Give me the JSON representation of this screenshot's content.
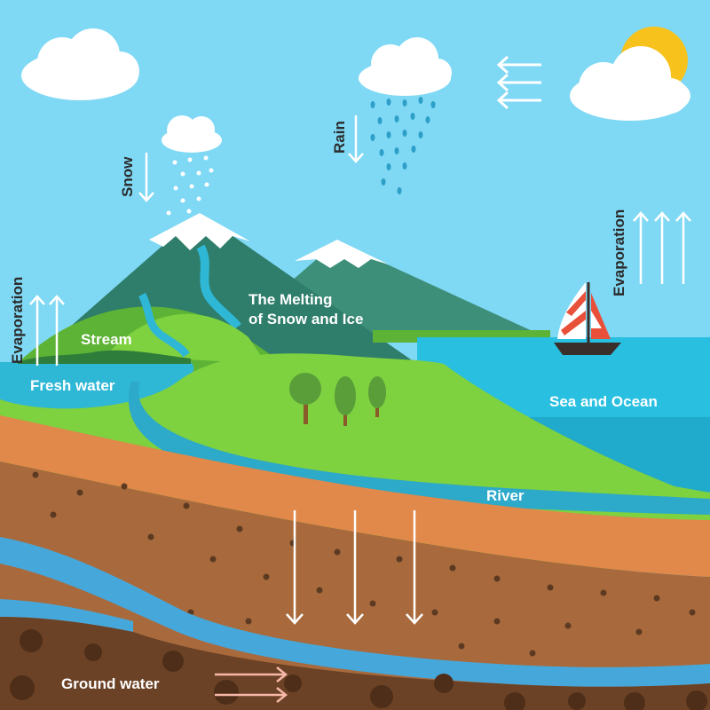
{
  "labels": {
    "snow": "Snow",
    "rain": "Rain",
    "evaporation_left": "Evaporation",
    "evaporation_right": "Evaporation",
    "melting_line1": "The Melting",
    "melting_line2": "of Snow and Ice",
    "stream": "Stream",
    "fresh_water": "Fresh water",
    "sea_ocean": "Sea and Ocean",
    "river": "River",
    "ground_water": "Ground water"
  },
  "colors": {
    "sky": "#7fd8f4",
    "mountain_dark": "#2f7d6b",
    "mountain_light": "#3e8f79",
    "snowcap": "#ffffff",
    "grass_light": "#7ed13f",
    "grass_dark": "#5db335",
    "water": "#2fb7d6",
    "sea": "#28bfe0",
    "river": "#2da9c9",
    "soil_orange": "#e0894b",
    "soil_brown": "#a86a3c",
    "soil_deep": "#6b4226",
    "groundwater": "#46a7db",
    "sun": "#f7c21c",
    "arrow": "#ffffff",
    "ground_arrow": "#f6b8a8",
    "boat_sail_red": "#e8503a",
    "boat_hull": "#3a2e2a"
  }
}
